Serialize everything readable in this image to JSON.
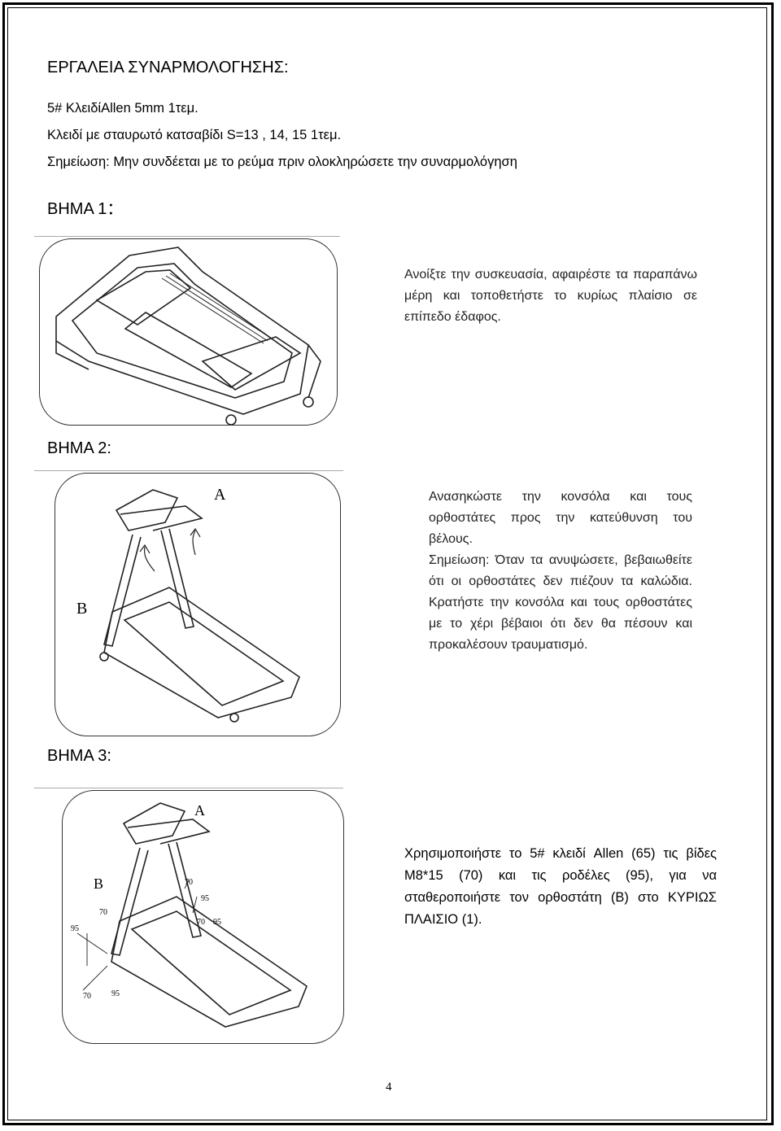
{
  "title": "ΕΡΓΑΛΕΙΑ ΣΥΝΑΡΜΟΛΟΓΗΣΗΣ:",
  "tools": [
    "5# ΚλειδίAllen 5mm    1τεμ.",
    "Κλειδί με σταυρωτό κατσαβίδι S=13 , 14, 15    1τεμ."
  ],
  "note": "Σημείωση: Μην συνδέεται με το ρεύμα πριν ολοκληρώσετε την συναρμολόγηση",
  "steps": [
    {
      "heading": "ΒΗΜΑ 1：",
      "lines": [
        "Ανοίξτε την συσκευασία, αφαιρέστε τα παραπάνω μέρη και τοποθετήστε το κυρίως πλαίσιο σε επίπεδο έδαφος."
      ]
    },
    {
      "heading": "ΒΗΜΑ 2:",
      "lines": [
        "Ανασηκώστε την κονσόλα και τους ορθοστάτες προς την κατεύθυνση του βέλους.",
        "Σημείωση: Όταν τα ανυψώσετε, βεβαιωθείτε ότι οι ορθοστάτες δεν πιέζουν τα καλώδια. Κρατήστε την κονσόλα και τους ορθοστάτες με το χέρι βέβαιοι ότι δεν θα πέσουν και προκαλέσουν τραυματισμό."
      ],
      "labels": [
        "A",
        "B"
      ]
    },
    {
      "heading": "ΒΗΜΑ 3:",
      "lines": [
        "Χρησιμοποιήστε το 5# κλειδί Allen (65) τις βίδες M8*15 (70) και τις ροδέλες (95), για να σταθεροποιήστε τον ορθοστάτη (B) στο ΚΥΡΙΩΣ ΠΛΑΙΣΙΟ (1)."
      ],
      "labels": [
        "A",
        "B",
        "70",
        "95",
        "70",
        "95",
        "70",
        "95",
        "70",
        "95"
      ]
    }
  ],
  "page_number": "4"
}
